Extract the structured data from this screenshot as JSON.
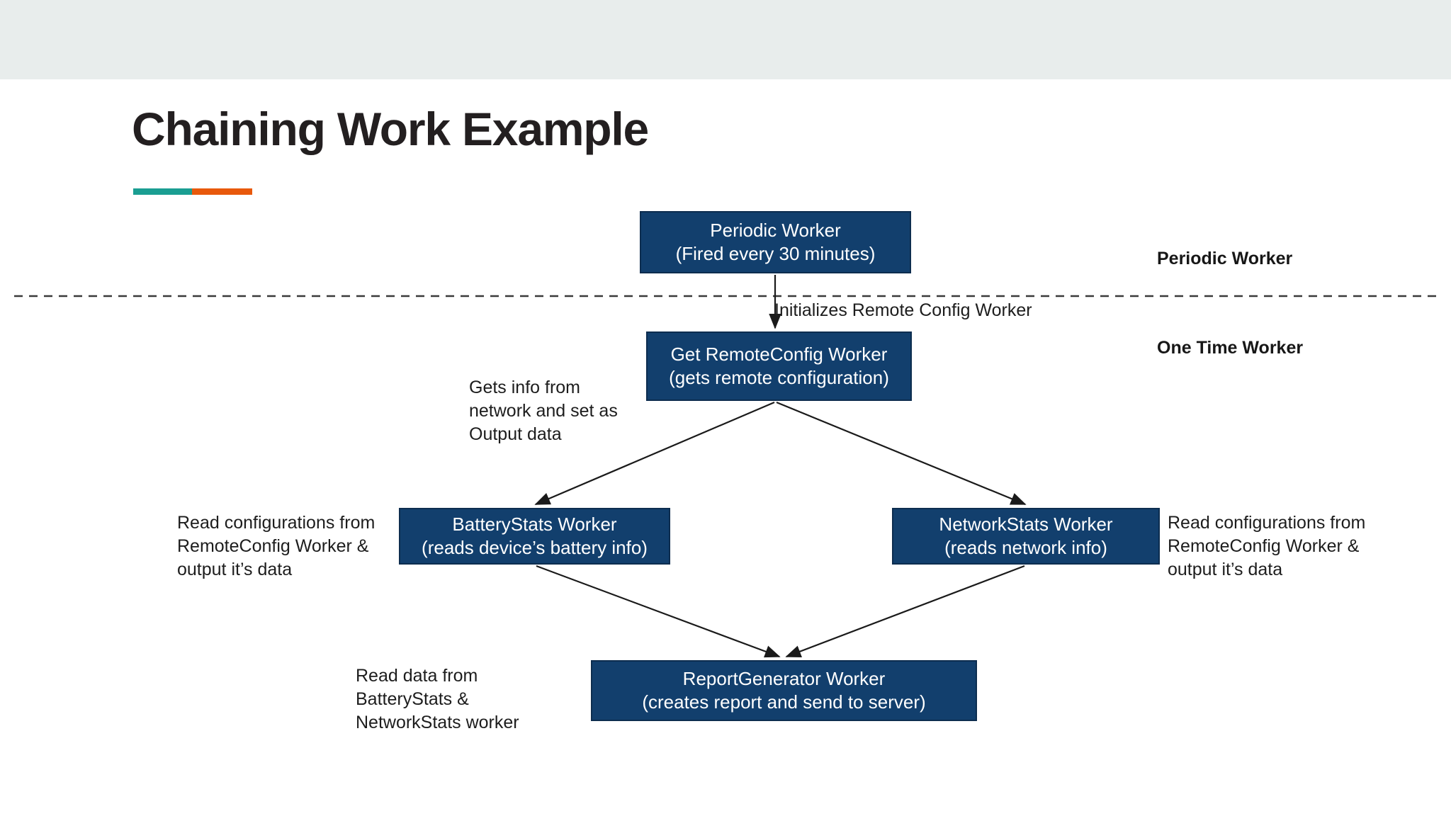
{
  "slide": {
    "title": "Chaining Work Example",
    "accent": {
      "teal": "#1a9e92",
      "orange": "#e8590c"
    },
    "top_band_color": "#e8edec",
    "node_fill": "#123f6d",
    "node_border": "#0d2d4f",
    "text_color": "#1d1d1d"
  },
  "nodes": {
    "periodic": {
      "line1": "Periodic Worker",
      "line2": "(Fired every 30 minutes)"
    },
    "remoteconfig": {
      "line1": "Get RemoteConfig Worker",
      "line2": "(gets remote configuration)"
    },
    "batterystats": {
      "line1": "BatteryStats Worker",
      "line2": "(reads device’s battery info)"
    },
    "networkstats": {
      "line1": "NetworkStats Worker",
      "line2": "(reads network info)"
    },
    "reportgenerator": {
      "line1": "ReportGenerator Worker",
      "line2": "(creates report and send to server)"
    }
  },
  "annotations": {
    "initializes": "Initializes Remote Config Worker",
    "gets_info": "Gets info from network and set as Output data",
    "battery_note": "Read configurations from RemoteConfig Worker & output it’s data",
    "network_note": "Read configurations from RemoteConfig Worker & output it’s data",
    "report_note": "Read data from BatteryStats & NetworkStats worker"
  },
  "side_labels": {
    "periodic": "Periodic Worker",
    "one_time": "One Time Worker"
  },
  "divider": {
    "style": "dashed",
    "color": "#3a3a3a"
  }
}
